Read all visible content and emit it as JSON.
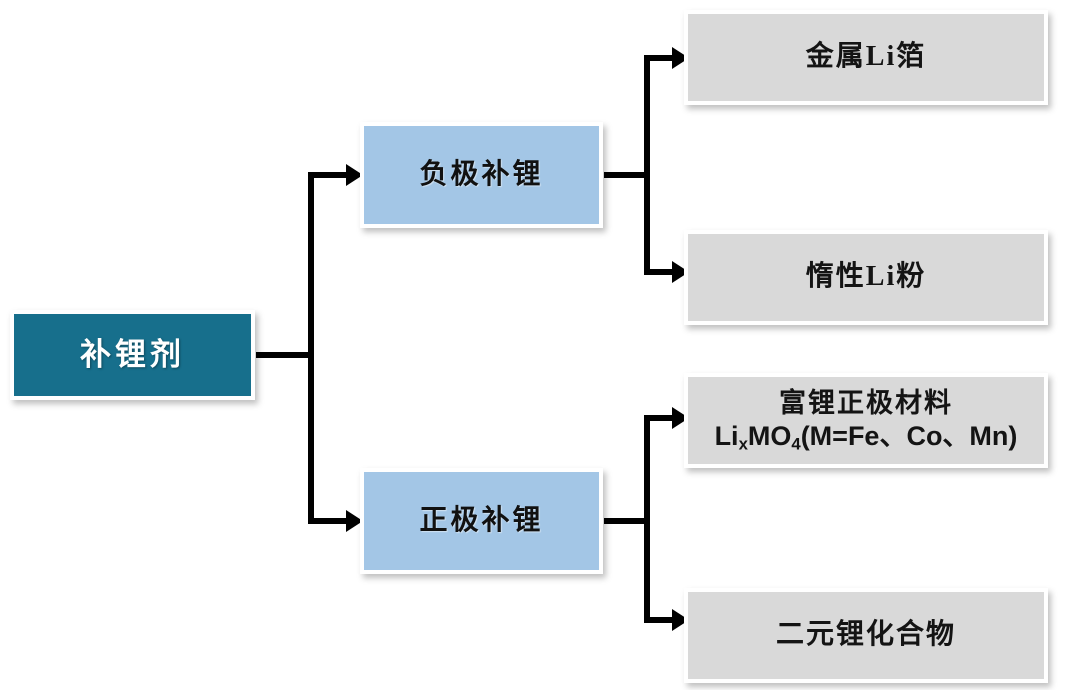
{
  "diagram": {
    "type": "tree-flowchart",
    "title_node": {
      "label": "补锂剂"
    },
    "branches": [
      {
        "label": "负极补锂",
        "leaves": [
          {
            "line1": "金属Li箔",
            "line2": ""
          },
          {
            "line1": "惰性Li粉",
            "line2": ""
          }
        ]
      },
      {
        "label": "正极补锂",
        "leaves": [
          {
            "line1": "富锂正极材料",
            "line2_prefix": "Li",
            "line2_sub1": "x",
            "line2_mid": "MO",
            "line2_sub2": "4",
            "line2_suffix": "(M=Fe、Co、Mn)"
          },
          {
            "line1": "二元锂化合物",
            "line2": ""
          }
        ]
      }
    ],
    "colors": {
      "root_fill": "#176f8c",
      "branch_fill": "#a3c6e6",
      "leaf_fill": "#d9d9d9",
      "connector": "#000000",
      "background": "#ffffff",
      "box_border": "#ffffff"
    }
  }
}
